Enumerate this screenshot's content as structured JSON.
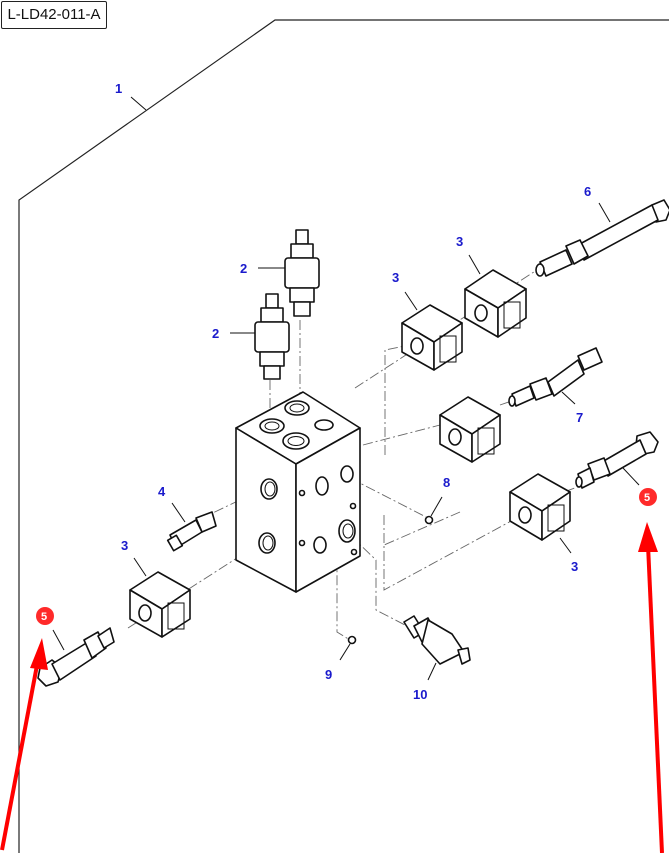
{
  "diagram": {
    "reference_code": "L-LD42-011-A",
    "callouts": {
      "frame": "1",
      "relief_valve_upper": "2",
      "relief_valve_lower": "2",
      "coil_top_left": "3",
      "coil_top_right": "3",
      "coil_right_lower": "3",
      "coil_left": "3",
      "sensor": "4",
      "cartridge_left": "5",
      "cartridge_right": "5",
      "cartridge_long": "6",
      "cartridge_mid": "7",
      "plug_upper": "8",
      "plug_lower": "9",
      "pressure_valve": "10"
    },
    "highlight": {
      "color": "#ff0000",
      "badge_text_color": "#ffffff",
      "callout_color": "#1a1acc",
      "highlighted_part": "5"
    }
  }
}
